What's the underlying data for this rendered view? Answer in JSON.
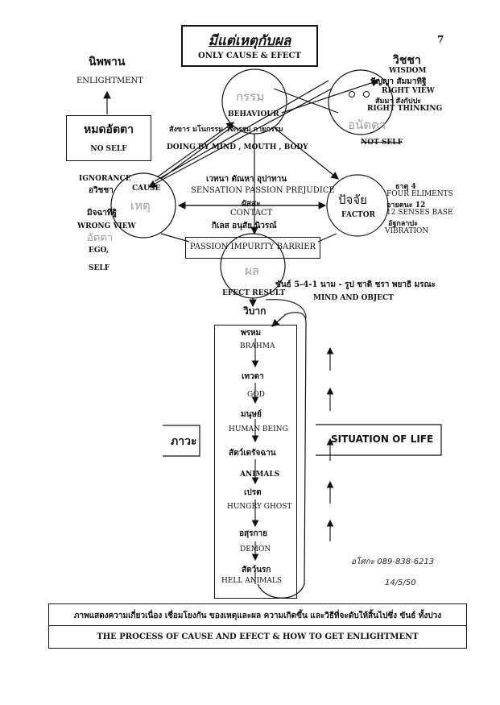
{
  "page_number": "7",
  "title": {
    "thai": "มีแต่เหตุกับผล",
    "english": "ONLY CAUSE & EFECT"
  },
  "top_left": {
    "nirvana_thai": "นิพพาน",
    "enlightment": "ENLIGHTMENT",
    "no_self_box_thai": "หมดอัตตา",
    "no_self_box_en": "NO SELF"
  },
  "wisdom": {
    "thai_title": "วิชชา",
    "wisdom": "WISDOM",
    "right_view_thai": "ปัญญา สัมมาทิฐิ",
    "right_view": "RIGHT VIEW",
    "right_thinking_thai": "สัมมา สังกัปปะ",
    "right_thinking": "RIGHT THINKING",
    "anatta_thai": "อนัตตา",
    "not_self": "NOT SELF"
  },
  "behaviour": {
    "thai": "กรรม",
    "english": "BEHAVIOUR",
    "types_thai": "สังขาร มโนกรรม วจีกรรม กายกรรม",
    "types_en": "DOING BY MIND , MOUTH , BODY"
  },
  "cause": {
    "ignorance": "IGNORANCE",
    "ignorance_thai": "อวิชชา",
    "label": "CAUSE",
    "label_thai": "เหตุ",
    "wrong_view_thai": "มิจฉาทิฐิ",
    "wrong_view": "WRONG VIEW",
    "atta_thai": "อัตตา",
    "ego": "EGO,",
    "self": "SELF"
  },
  "center": {
    "sensation_thai": "เวทนา  ตัณหา  อุปาทาน",
    "sensation_en": "SENSATION  PASSION  PREJUDICE",
    "contact_thai": "ผัสสะ",
    "contact_en": "CONTACT",
    "kilesa_thai": "กิเลส  อนุสัย  นิวรณ์",
    "passion_box": "PASSION  IMPURITY  BARRIER"
  },
  "factor": {
    "thai": "ปัจจัย",
    "english": "FACTOR",
    "elements_thai": "ธาตุ 4",
    "elements": "FOUR ELIMENTS",
    "senses_thai": "อายตนะ 12",
    "senses": "12  SENSES BASE",
    "vibration_thai": "อัฐกลาปะ",
    "vibration": "VIBRATION"
  },
  "effect": {
    "thai": "ผล",
    "english": "EFECT  RESULT",
    "vipaka": "วิบาก",
    "mind_object_thai": "ขันธ์ 5-4-1  นาม - รูป  ชาติ ชรา พยาธิ มรณะ",
    "mind_object": "MIND AND OBJECT"
  },
  "realms": [
    {
      "thai": "พรหม",
      "en": "BRAHMA"
    },
    {
      "thai": "เทวดา",
      "en": "GOD"
    },
    {
      "thai": "มนุษย์",
      "en": "HUMAN BEING"
    },
    {
      "thai": "สัตว์เดรัจฉาน",
      "en": "ANIMALS"
    },
    {
      "thai": "เปรต",
      "en": "HUNGRY GHOST"
    },
    {
      "thai": "อสุรกาย",
      "en": "DEMON"
    },
    {
      "thai": "สัตว์นรก",
      "en": "HELL ANIMALS"
    }
  ],
  "bhava": "ภาวะ",
  "situation": "SITUATION OF LIFE",
  "signature": {
    "phone": "อโศกะ  089-838-6213",
    "date": "14/5/50"
  },
  "footer": {
    "thai": "ภาพแสดงความเกี่ยวเนื่อง เชื่อมโยงกัน ของเหตุและผล ความเกิดขึ้น และวิธีที่จะดับให้สิ้นไปซึ่ง ขันธ์ ทั้งปวง",
    "english": "THE  PROCESS  OF  CAUSE  AND  EFECT & HOW  TO  GET  ENLIGHTMENT"
  }
}
